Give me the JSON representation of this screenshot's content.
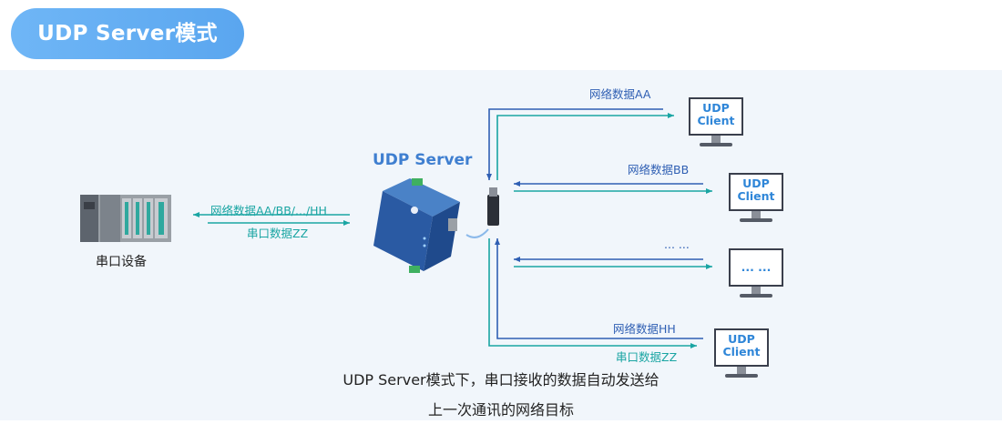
{
  "header": {
    "title": "UDP Server模式"
  },
  "diagram": {
    "server_label": "UDP Server",
    "serial_device_label": "串口设备",
    "left_arrow_top_label": "网络数据AA/BB/.../HH",
    "left_arrow_bottom_label": "串口数据ZZ",
    "client1_net_label": "网络数据AA",
    "client2_net_label": "网络数据BB",
    "client3_net_label": "... ...",
    "client4_net_label": "网络数据HH",
    "client4_serial_label": "串口数据ZZ",
    "client_screen_text_line1": "UDP",
    "client_screen_text_line2": "Client",
    "client3_screen_text": "... ..."
  },
  "caption": {
    "line1": "UDP Server模式下，串口接收的数据自动发送给",
    "line2": "上一次通讯的网络目标"
  },
  "colors": {
    "blue_arrow": "#2f5fb3",
    "teal_arrow": "#1aa5a3",
    "pill": "#5aa6ef"
  }
}
